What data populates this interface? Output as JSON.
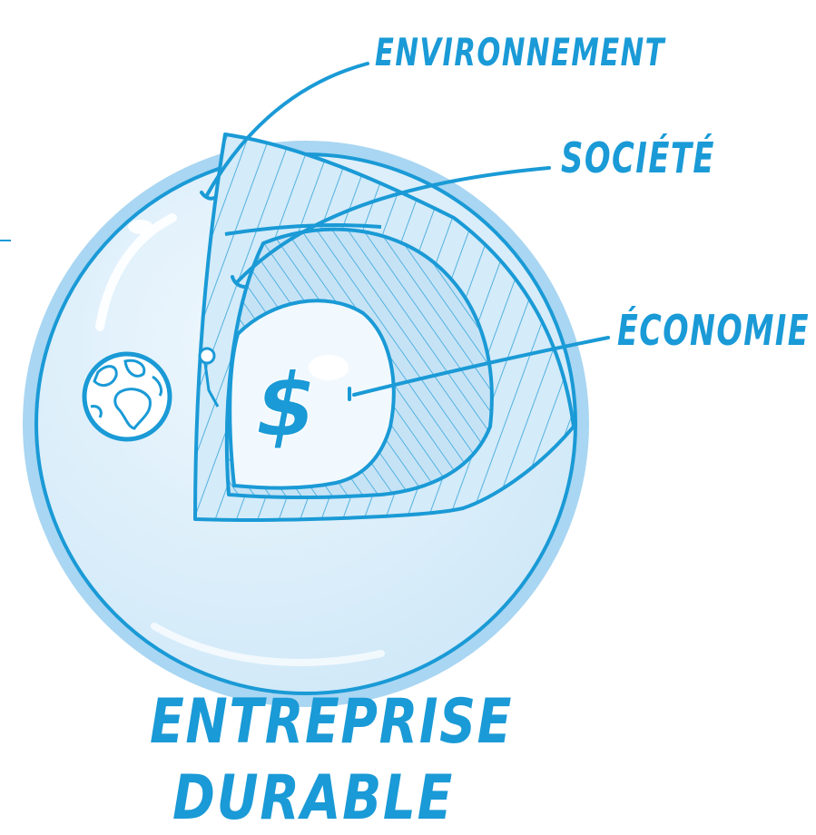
{
  "colors": {
    "ink": "#1a9ad6",
    "sphere_fill": "#dbeefa",
    "sphere_edge": "#a9d6f2",
    "inner_fill": "#eaf5fc",
    "hatch": "#1a9ad6",
    "white": "#ffffff"
  },
  "labels": {
    "environnement": "ENVIRONNEMENT",
    "societe": "SOCIÉTÉ",
    "economie": "ÉCONOMIE",
    "dollar": "$",
    "title_line1": "ENTREPRISE",
    "title_line2": "DURABLE"
  },
  "icons": {
    "earth": "earth-globe-icon",
    "dollar": "dollar-sign-icon"
  }
}
